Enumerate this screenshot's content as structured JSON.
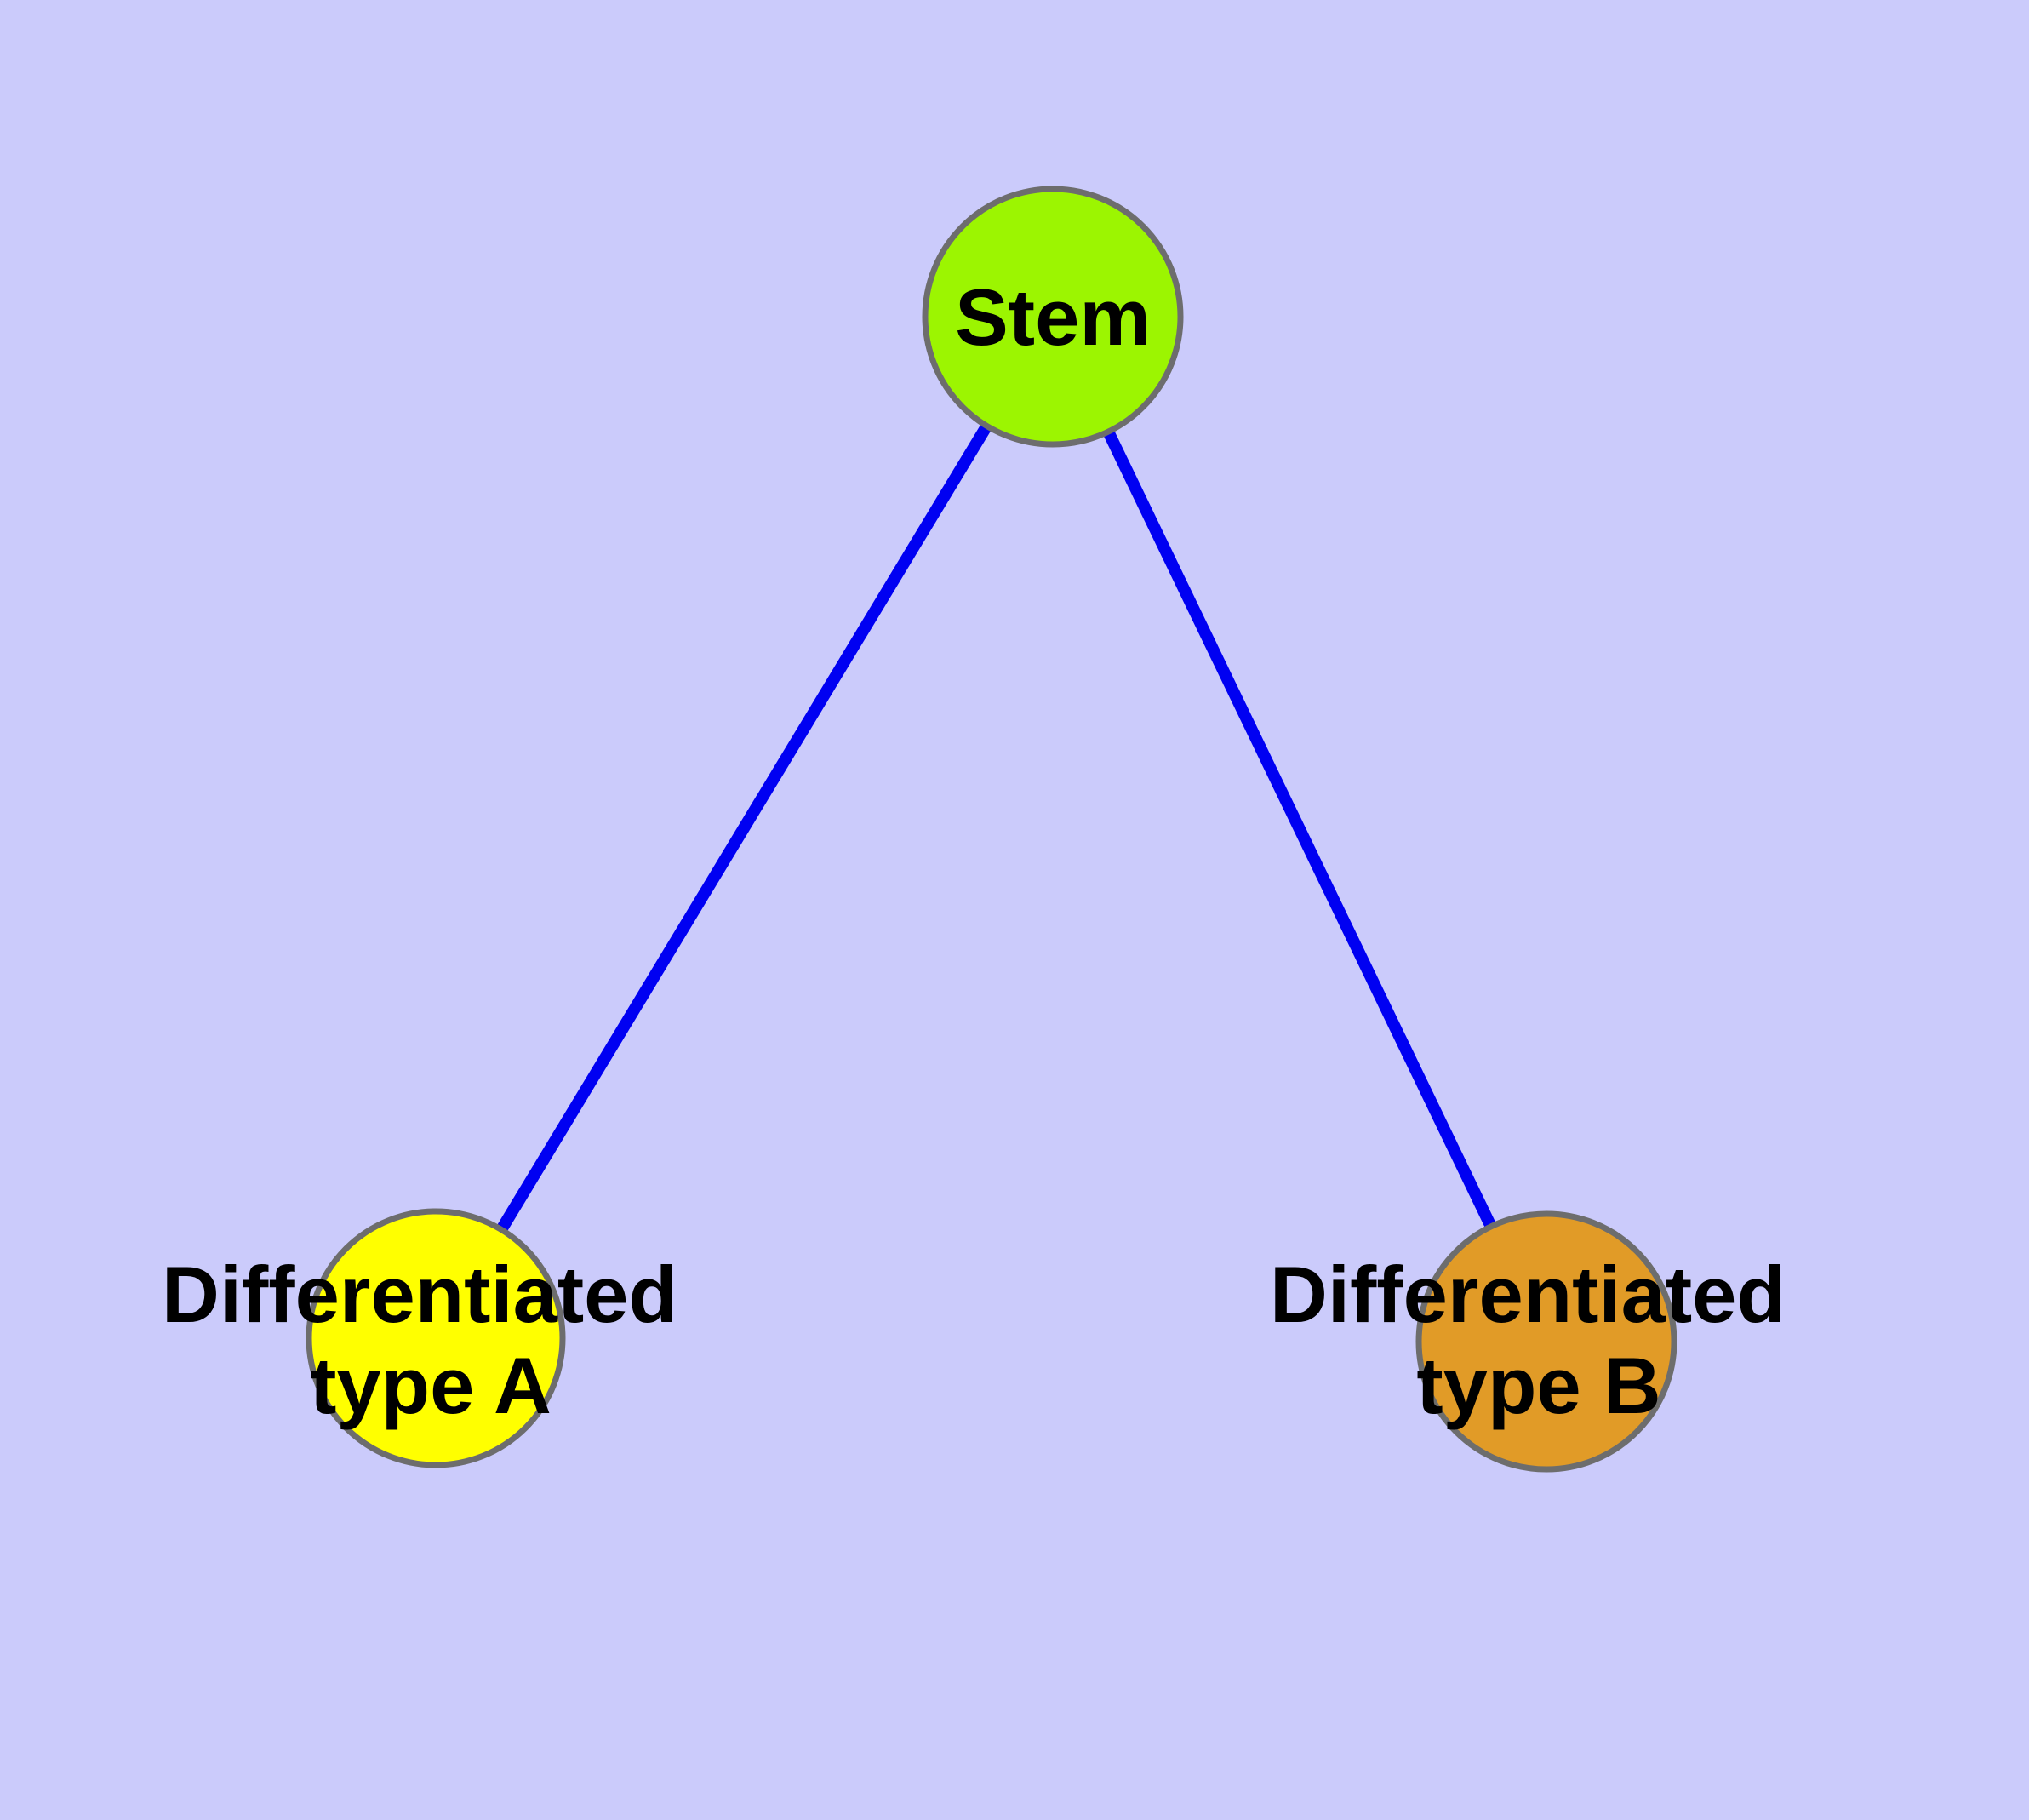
{
  "diagram": {
    "background_color": "#cbcbfb",
    "edge_color": "#0000f2",
    "node_border_color": "#6d6d6d",
    "label_color": "#000000",
    "nodes": [
      {
        "id": "stem",
        "label": "Stem",
        "fill": "#9cf501"
      },
      {
        "id": "differentiated-type-a",
        "label": "Differentiated type A",
        "label_lines": [
          "Differentiated",
          "type A"
        ],
        "fill": "#ffff00"
      },
      {
        "id": "differentiated-type-b",
        "label": "Differentiated type B",
        "label_lines": [
          "Differentiated",
          "type B"
        ],
        "fill": "#e19b27"
      }
    ],
    "edges": [
      {
        "from": "Stem",
        "to": "Differentiated type A"
      },
      {
        "from": "Stem",
        "to": "Differentiated type B"
      }
    ]
  }
}
